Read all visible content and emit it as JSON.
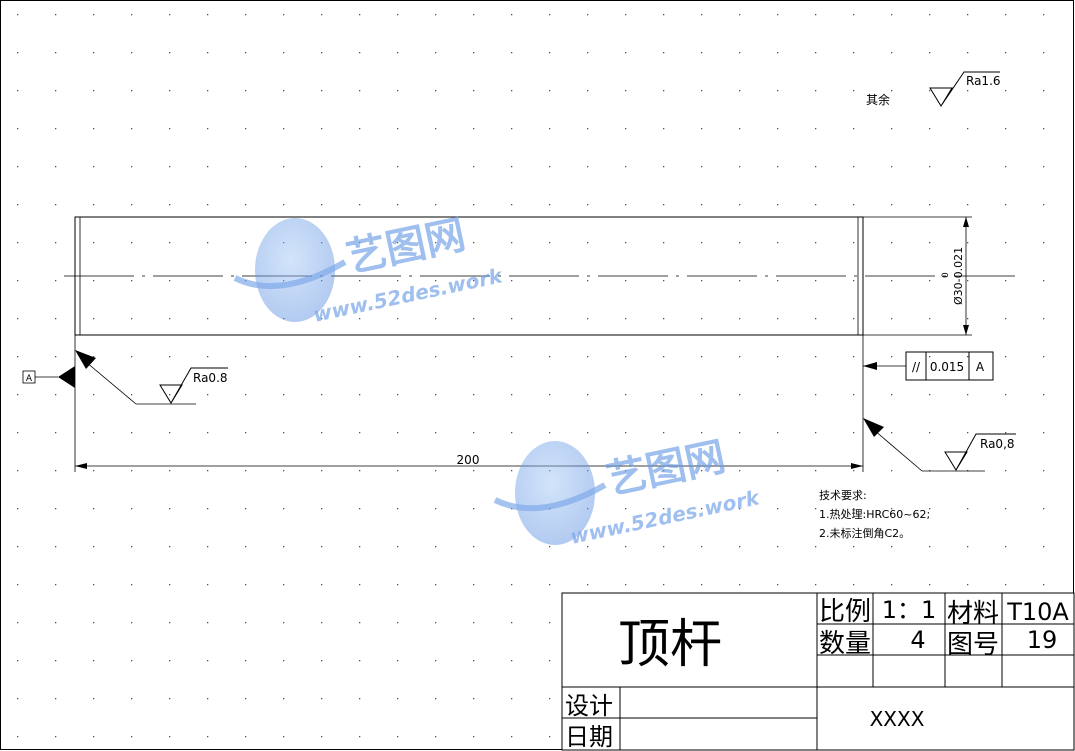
{
  "surface_finish": {
    "general_label": "其余",
    "general_value": "Ra1.6",
    "left_end_value": "Ra0.8",
    "right_end_value": "Ra0,8"
  },
  "datum": {
    "label": "A"
  },
  "dimensions": {
    "length": "200",
    "diameter": "Ø30-0.021",
    "diameter_upper": "0"
  },
  "geometric_tolerance": {
    "symbol": "//",
    "value": "0.015",
    "datum": "A"
  },
  "technical_requirements": {
    "title": "技术要求:",
    "items": [
      "1.热处理:HRC60~62;",
      "2.未标注倒角C2。"
    ]
  },
  "title_block": {
    "part_name": "顶杆",
    "scale_label": "比例",
    "scale_value": "1：1",
    "material_label": "材料",
    "material_value": "T10A",
    "quantity_label": "数量",
    "quantity_value": "4",
    "drawing_no_label": "图号",
    "drawing_no_value": "19",
    "designer_label": "设计",
    "date_label": "日期",
    "company": "XXXX"
  },
  "watermark": {
    "brand": "艺图网",
    "url": "www.52des.work"
  }
}
